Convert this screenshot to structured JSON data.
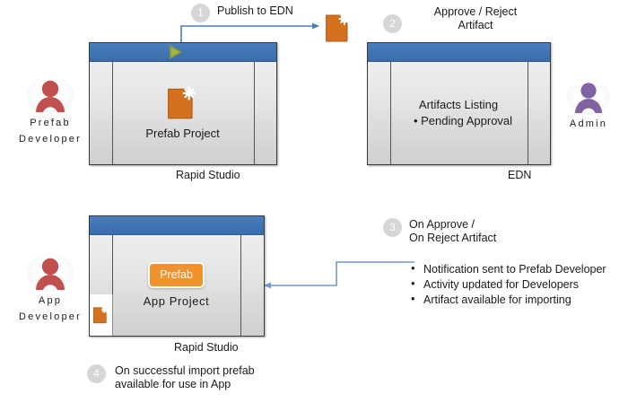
{
  "diagram": {
    "title": "Prefab publish and import workflow",
    "accent_blue": "#4a7ebb",
    "accent_orange": "#d4711f",
    "badge_gray": "#d6d6d6",
    "connector_blue": "#4a7ebb"
  },
  "actors": [
    {
      "id": "prefab-developer",
      "label": "Prefab\nDeveloper",
      "color": "#c0504d",
      "icon": "person-icon"
    },
    {
      "id": "admin",
      "label": "Admin",
      "color": "#8064a2",
      "icon": "person-icon"
    },
    {
      "id": "app-developer",
      "label": "App\nDeveloper",
      "color": "#c0504d",
      "icon": "person-icon"
    }
  ],
  "windows": [
    {
      "id": "rapid-studio-prefab",
      "caption": "Rapid Studio",
      "content_label": "Prefab Project",
      "content_icon": "artifact-icon",
      "titlebar_icon": "play-triangle-icon"
    },
    {
      "id": "edn",
      "caption": "EDN",
      "heading": "Artifacts Listing",
      "bullets": [
        "Pending Approval"
      ]
    },
    {
      "id": "rapid-studio-app",
      "caption": "Rapid Studio",
      "content_label": "App  Project",
      "chip_label": "Prefab",
      "dock_icon": "artifact-icon"
    }
  ],
  "steps": [
    {
      "number": "1",
      "text": "Publish to EDN"
    },
    {
      "number": "2",
      "text": "Approve / Reject\nArtifact"
    },
    {
      "number": "3",
      "text": "On Approve /\nOn Reject Artifact"
    },
    {
      "number": "4",
      "text": "On successful import prefab\navailable for use in App"
    }
  ],
  "outcomes": {
    "items": [
      "Notification sent to Prefab Developer",
      "Activity updated for Developers",
      "Artifact available for importing"
    ]
  },
  "icons": {
    "published_artifact": "artifact-icon"
  }
}
